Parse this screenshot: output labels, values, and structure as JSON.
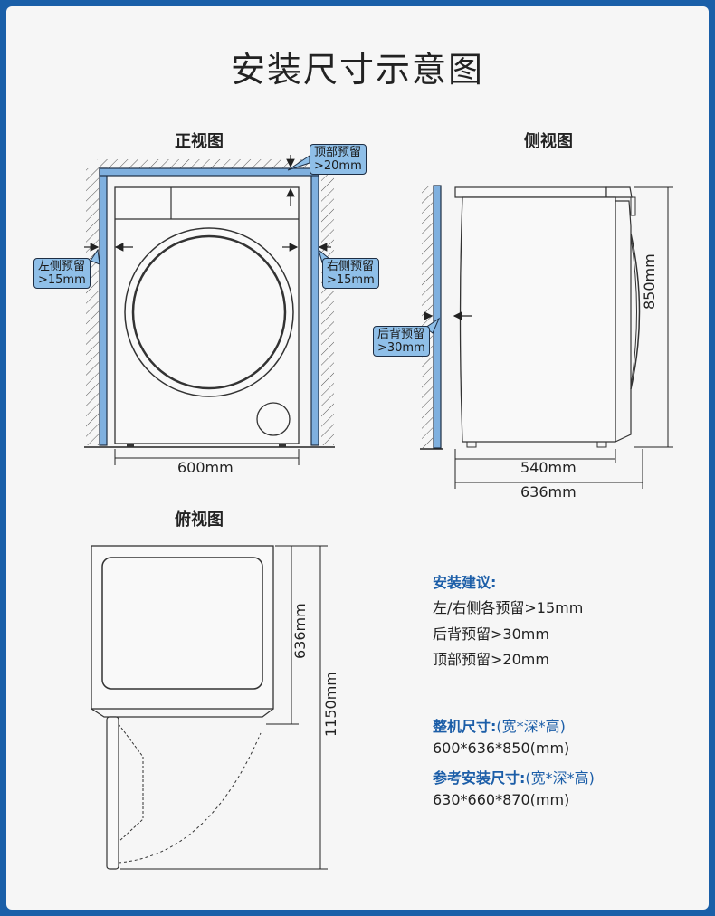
{
  "title": "安装尺寸示意图",
  "views": {
    "front": "正视图",
    "side": "侧视图",
    "top": "俯视图"
  },
  "callouts": {
    "top": [
      "顶部预留",
      ">20mm"
    ],
    "left": [
      "左侧预留",
      ">15mm"
    ],
    "right": [
      "右侧预留",
      ">15mm"
    ],
    "back": [
      "后背预留",
      ">30mm"
    ]
  },
  "dims": {
    "front_width": "600mm",
    "side_body": "540mm",
    "side_total": "636mm",
    "side_height": "850mm",
    "top_depth": "636mm",
    "top_open": "1150mm"
  },
  "advice": {
    "heading": "安装建议:",
    "lines": [
      "左/右侧各预留>15mm",
      "后背预留>30mm",
      "顶部预留>20mm"
    ]
  },
  "specs": {
    "machine_label": "整机尺寸:",
    "machine_note": "(宽*深*高)",
    "machine_value": "600*636*850(mm)",
    "install_label": "参考安装尺寸:",
    "install_note": "(宽*深*高)",
    "install_value": "630*660*870(mm)"
  },
  "colors": {
    "accent": "#1a5fa8",
    "callout_fill": "#8fbfe8",
    "wall_blue": "#7fb0df"
  }
}
